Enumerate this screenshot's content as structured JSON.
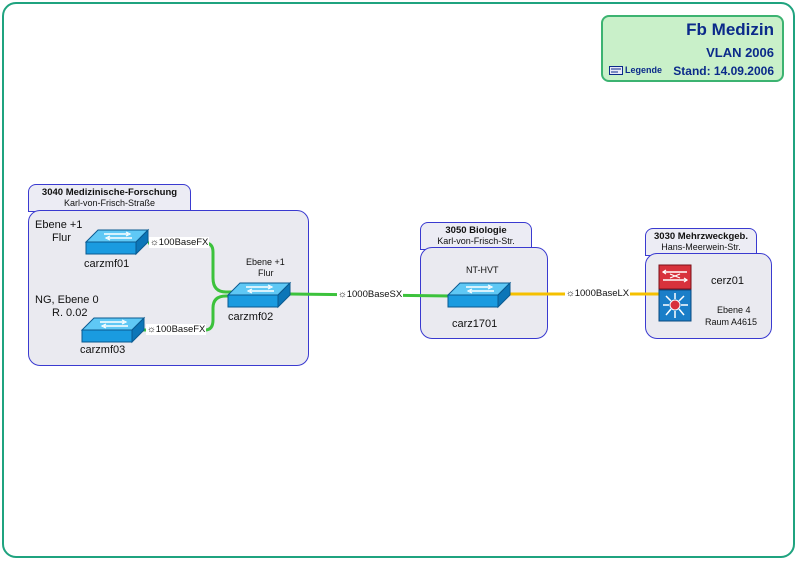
{
  "title": {
    "main": "Fb Medizin",
    "vlan": "VLAN 2006",
    "stand": "Stand: 14.09.2006",
    "legend": "Legende"
  },
  "buildings": [
    {
      "id": "3040",
      "heading": "3040 Medizinische-Forschung",
      "street": "Karl-von-Frisch-Straße"
    },
    {
      "id": "3050",
      "heading": "3050 Biologie",
      "street": "Karl-von-Frisch-Str."
    },
    {
      "id": "3030",
      "heading": "3030 Mehrzweckgeb.",
      "street": "Hans-Meerwein-Str."
    }
  ],
  "devices": {
    "carzmf01": {
      "name": "carzmf01",
      "loc1": "Ebene +1",
      "loc2": "Flur"
    },
    "carzmf03": {
      "name": "carzmf03",
      "loc1": "NG, Ebene 0",
      "loc2": "R. 0.02"
    },
    "carzmf02": {
      "name": "carzmf02",
      "loc1": "Ebene +1",
      "loc2": "Flur"
    },
    "carz1701": {
      "name": "carz1701",
      "loc1": "NT-HVT"
    },
    "cerz01": {
      "name": "cerz01",
      "loc1": "Ebene 4",
      "loc2": "Raum A4615"
    }
  },
  "links": {
    "l1": "100BaseFX",
    "l2": "100BaseFX",
    "l3": "1000BaseSX",
    "l4": "1000BaseLX"
  },
  "colors": {
    "green_link": "#3cc23c",
    "yellow_link": "#f5c000",
    "switch_blue": "#1a9be0"
  }
}
